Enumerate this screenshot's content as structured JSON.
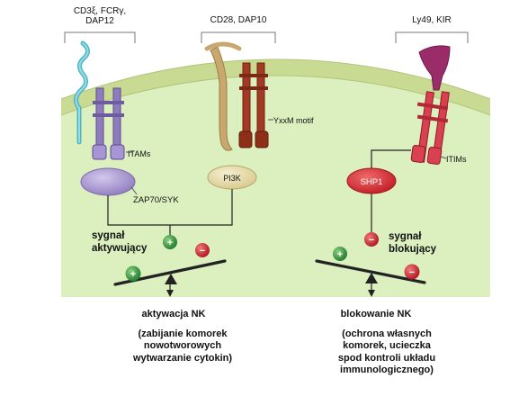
{
  "receptors": {
    "left_label_1": "CD3ξ, FCRγ,",
    "left_label_2": "DAP12",
    "middle_label": "CD28, DAP10",
    "right_label": "Ly49, KIR"
  },
  "motifs": {
    "itams": "ITAMs",
    "yxxm": "YxxM motif",
    "itims": "ITIMs"
  },
  "kinases": {
    "zap70_syk": "ZAP70/SYK",
    "pi3k": "PI3K",
    "shp1": "SHP1"
  },
  "signals": {
    "activating_1": "sygnał",
    "activating_2": "aktywujący",
    "inhibitory_1": "sygnał",
    "inhibitory_2": "blokujący",
    "plus": "+",
    "minus": "−"
  },
  "outcomes": {
    "activation_title": "aktywacja NK",
    "activation_desc_1": "(zabijanie komorek",
    "activation_desc_2": "nowotworowych",
    "activation_desc_3": "wytwarzanie cytokin)",
    "inhibition_title": "blokowanie NK",
    "inhibition_desc_1": "(ochrona własnych",
    "inhibition_desc_2": "komorek, ucieczka",
    "inhibition_desc_3": "spod kontroli układu",
    "inhibition_desc_4": "immunologicznego)"
  },
  "colors": {
    "cell": "#d9ecb6",
    "membrane": "#c8d98f",
    "activating_receptor": "#9a86c2",
    "coreceptor": "#a23a24",
    "ligand_stalk": "#c9a870",
    "inhibitory_receptor": "#d94050",
    "ligand_kir": "#9b2c6a",
    "pi3k": "#e5d9a6",
    "shp1": "#d6303a",
    "plus_circle": "#2e8b3a",
    "minus_circle": "#cc2030"
  }
}
